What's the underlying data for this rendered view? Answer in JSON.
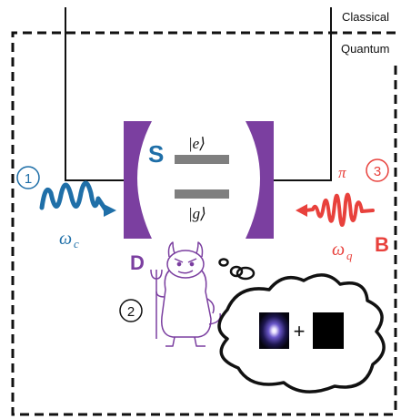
{
  "regions": {
    "classical": "Classical",
    "quantum": "Quantum"
  },
  "system": {
    "label": "S",
    "excited_ket": "|e⟩",
    "ground_ket": "|g⟩"
  },
  "drives": {
    "left": {
      "step": "①",
      "symbol": "ω",
      "subscript": "c"
    },
    "right": {
      "step": "③",
      "label": "B",
      "pulse_label": "π",
      "symbol": "ω",
      "subscript": "q"
    }
  },
  "demon": {
    "step": "②",
    "label": "D"
  },
  "thought_bubble": {
    "operator": "+"
  },
  "colors": {
    "purple": "#7b3fa0",
    "blue": "#1f6fa8",
    "red": "#e8413c",
    "gray": "#7f7f7f"
  }
}
